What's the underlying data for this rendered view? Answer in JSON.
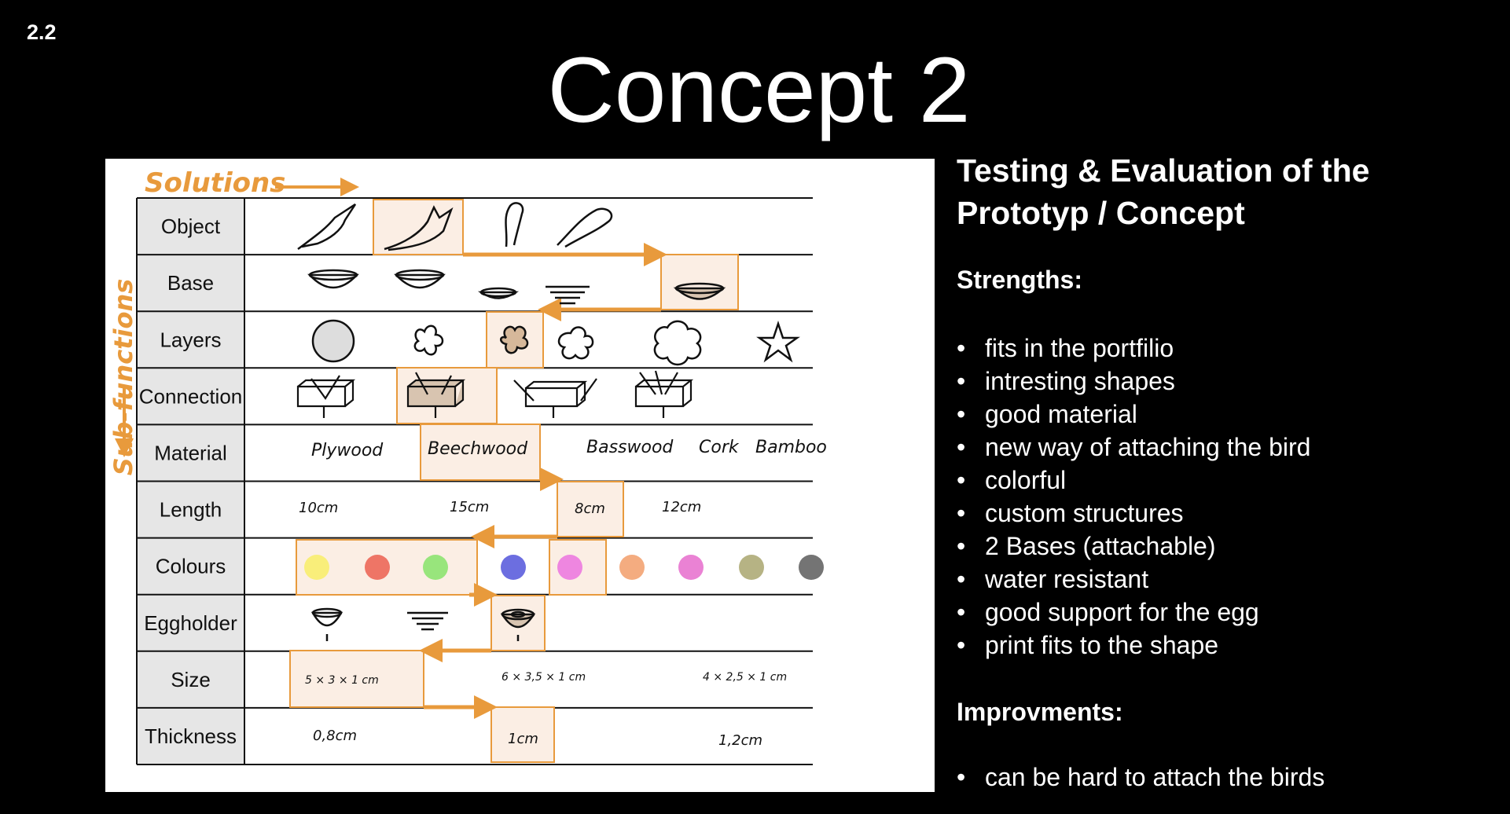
{
  "slide": {
    "number": "2.2",
    "title": "Concept 2"
  },
  "morph": {
    "solutions_label": "Solutions",
    "subfunctions_label": "Sub-functions",
    "rows": [
      {
        "label": "Object"
      },
      {
        "label": "Base"
      },
      {
        "label": "Layers"
      },
      {
        "label": "Connection"
      },
      {
        "label": "Material"
      },
      {
        "label": "Length"
      },
      {
        "label": "Colours"
      },
      {
        "label": "Eggholder"
      },
      {
        "label": "Size"
      },
      {
        "label": "Thickness"
      }
    ],
    "material_options": [
      "Plywood",
      "Beechwood",
      "Basswood",
      "Cork",
      "Bamboo"
    ],
    "length_options": [
      "10cm",
      "15cm",
      "8cm",
      "12cm"
    ],
    "size_options": [
      "5 × 3 × 1 cm",
      "6 × 3,5 × 1 cm",
      "4 × 2,5 × 1 cm"
    ],
    "thickness_options": [
      "0,8cm",
      "1cm",
      "1,2cm"
    ],
    "colour_swatches": [
      "#f9ee7a",
      "#ee7566",
      "#98e57c",
      "#6c6ee0",
      "#ee86e0",
      "#f4ac80",
      "#ea82d4",
      "#b6b384",
      "#747474"
    ],
    "highlight_color": "#e89a3c",
    "highlight_fill": "#fbeee4"
  },
  "sidebar": {
    "heading": "Testing & Evaluation of the Prototyp / Concept",
    "strengths_title": "Strengths:",
    "strengths": [
      "fits in the portfilio",
      "intresting shapes",
      "good material",
      "new way of attaching the bird",
      "colorful",
      "custom structures",
      "2 Bases (attachable)",
      "water resistant",
      "good support for the egg",
      "print fits to the shape"
    ],
    "improvements_title": "Improvments:",
    "improvements": [
      "can be hard to attach the birds"
    ]
  }
}
